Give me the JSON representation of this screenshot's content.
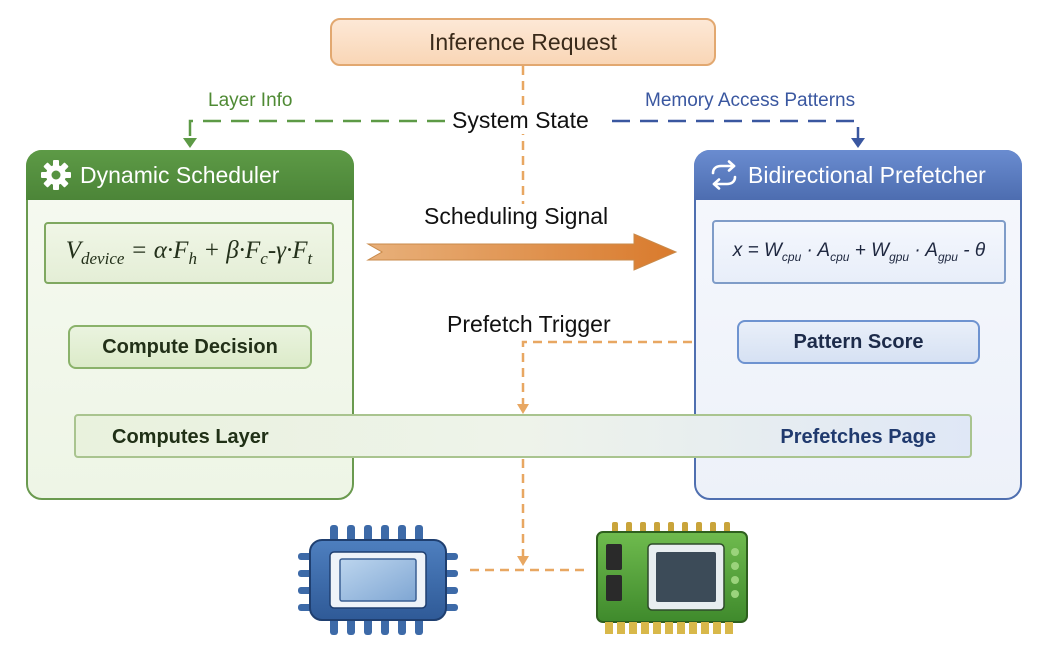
{
  "request": "Inference Request",
  "labels": {
    "layer_info": "Layer Info",
    "system_state": "System State",
    "memory_access": "Memory Access Patterns",
    "scheduling_signal": "Scheduling Signal",
    "prefetch_trigger": "Prefetch Trigger"
  },
  "scheduler": {
    "title": "Dynamic Scheduler",
    "icon": "gear-icon",
    "formula": "V_device = α·F_h + β·F_c - γ·F_t",
    "decision": "Compute Decision"
  },
  "prefetcher": {
    "title": "Bidirectional Prefetcher",
    "icon": "swap-arrows-icon",
    "formula": "x = W_cpu · A_cpu + W_gpu · A_gpu - θ",
    "score": "Pattern Score"
  },
  "shared": {
    "left": "Computes Layer",
    "right": "Prefetches Page"
  },
  "devices": {
    "cpu_icon": "cpu-chip-icon",
    "gpu_icon": "gpu-card-icon"
  },
  "colors": {
    "green": "#5d9a46",
    "blue": "#4d6db0",
    "orange": "#e8a762"
  }
}
